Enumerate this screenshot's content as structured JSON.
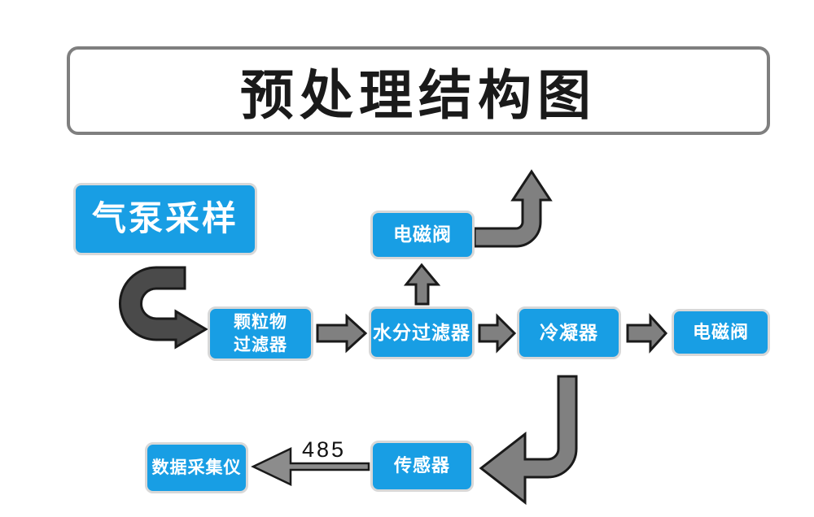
{
  "title": {
    "text": "预处理结构图"
  },
  "nodes": {
    "pump": {
      "label": "气泵采样"
    },
    "valve_top": {
      "label": "电磁阀"
    },
    "particulate": {
      "label": "颗粒物\n过滤器"
    },
    "moisture": {
      "label": "水分过滤器"
    },
    "condenser": {
      "label": "冷凝器"
    },
    "valve_right": {
      "label": "电磁阀"
    },
    "collector": {
      "label": "数据采集仪"
    },
    "sensor": {
      "label": "传感器"
    }
  },
  "edges": {
    "sensor_to_collector_label": "485"
  },
  "colors": {
    "node_blue": "#189EE4",
    "node_border": "#D8D8D8",
    "node_text": "#FFFFFF",
    "arrow_gray": "#808080",
    "arrow_dark": "#4A4A4A",
    "arrow_bus": "#8C8C8C",
    "outline_black": "#1A1A1A",
    "title_border": "#7F7F7F",
    "title_text": "#1A1A1A",
    "background": "#FFFFFF"
  }
}
